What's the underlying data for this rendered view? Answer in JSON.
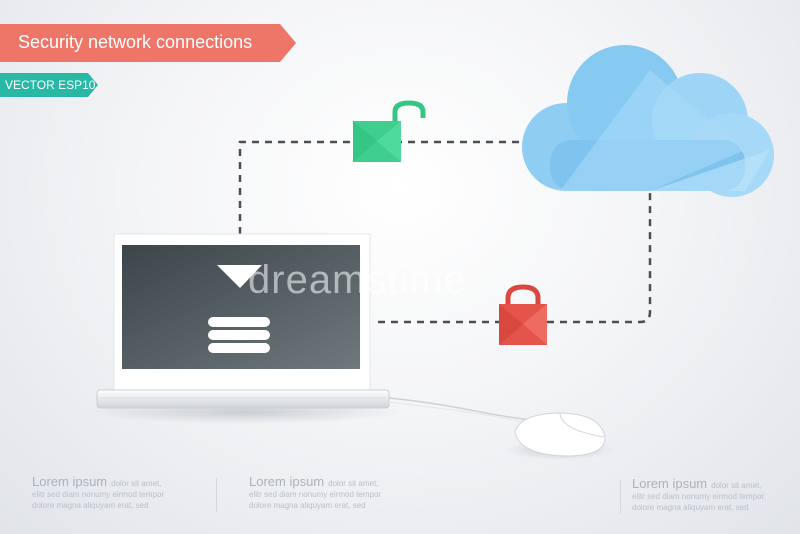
{
  "header": {
    "title": "Security network connections",
    "subtitle": "VECTOR ESP10",
    "title_color": "#ee7668",
    "subtitle_color": "#28b8a5"
  },
  "watermark": "dreamstime",
  "icons": {
    "cloud": "cloud-icon",
    "unlocked_padlock": "unlocked-padlock-icon",
    "locked_padlock": "locked-padlock-icon",
    "laptop": "laptop-icon",
    "download_arrow": "download-arrow-icon",
    "database": "database-icon",
    "mouse": "mouse-icon"
  },
  "colors": {
    "cloud": "#7ec4ef",
    "unlocked_padlock": "#3fce8e",
    "locked_padlock": "#e5544b",
    "laptop_screen": "#4a5458"
  },
  "footer": [
    {
      "title": "Lorem ipsum",
      "title_suffix": "dolor sit amet,",
      "line1": "elitr sed diam nonumy eirmod tempor",
      "line2": "dolore magna aliquyam erat, sed"
    },
    {
      "title": "Lorem ipsum",
      "title_suffix": "dolor sit amet,",
      "line1": "elitr sed diam nonumy eirmod tempor",
      "line2": "dolore magna aliquyam erat, sed"
    },
    {
      "title": "Lorem ipsum",
      "title_suffix": "dolor sit amet,",
      "line1": "elitr sed diam nonumy eirmod tempor",
      "line2": "dolore magna aliquyam erat, sed"
    }
  ]
}
